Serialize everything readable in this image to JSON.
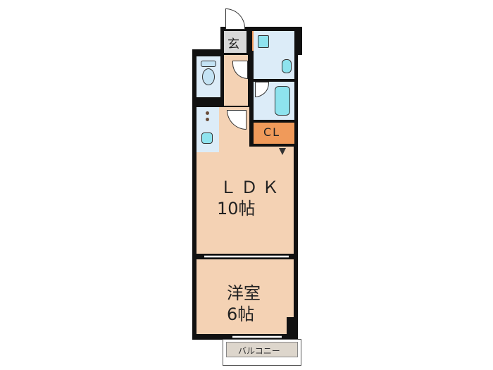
{
  "floorplan": {
    "rooms": {
      "ldk": {
        "name": "ＬＤＫ",
        "size": "10帖"
      },
      "western_room": {
        "name": "洋室",
        "size": "6帖"
      },
      "closet": {
        "name": "CL"
      },
      "entrance": {
        "name": "玄"
      },
      "balcony": {
        "name": "バルコニー"
      }
    },
    "colors": {
      "floor": "#f4d2b4",
      "wet_area": "#dcecf8",
      "closet": "#f09a5a",
      "entrance": "#d9d9d9",
      "wall": "#111111"
    }
  }
}
